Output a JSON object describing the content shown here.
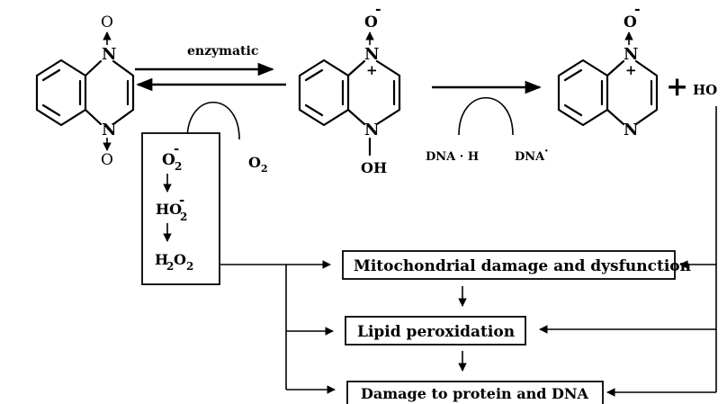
{
  "reaction": {
    "enzymatic_label": "enzymatic",
    "o2_label": "O",
    "o2_sub": "2",
    "dna_h_label": "DNA · H",
    "dna_radical_label": "DNA",
    "dna_radical_dot": "·",
    "plus_sign": "+",
    "ho_label": "HO"
  },
  "molecules": {
    "m1": {
      "n_top": "N",
      "n_bottom": "N",
      "o_top": "O",
      "o_bottom": "O"
    },
    "m2": {
      "o_top": "O",
      "o_charge": "-",
      "n_top": "N",
      "n_charge": "+",
      "n_bottom": "N",
      "oh": "OH"
    },
    "m3": {
      "o_top": "O",
      "o_charge": "-",
      "n_top": "N",
      "n_charge": "+",
      "n_bottom": "N"
    }
  },
  "ros_box": {
    "superoxide": "O",
    "superoxide_sub": "2",
    "superoxide_charge": "-",
    "hydroperoxyl": "HO",
    "hydroperoxyl_sub": "2",
    "hydroperoxyl_charge": "-",
    "peroxide_h": "H",
    "peroxide_h_sub": "2",
    "peroxide_o": "O",
    "peroxide_o_sub": "2"
  },
  "damage": {
    "mitochondrial": "Mitochondrial damage and dysfunction",
    "lipid": "Lipid peroxidation",
    "protein_dna": "Damage to protein and DNA"
  }
}
